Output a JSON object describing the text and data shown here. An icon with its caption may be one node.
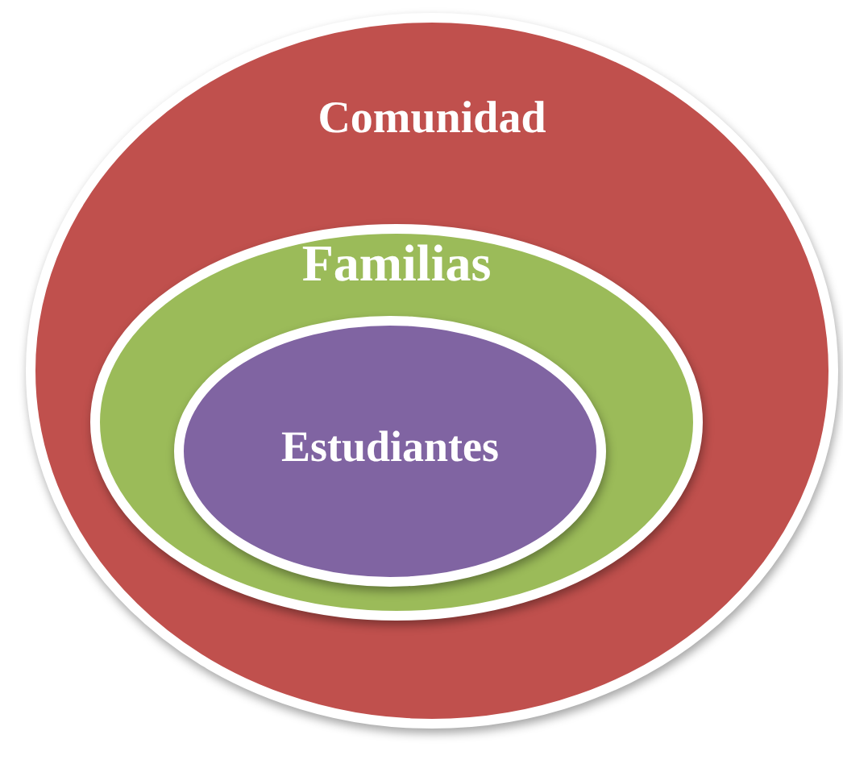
{
  "diagram": {
    "nodes": [
      {
        "text": [
          "Comunidad"
        ]
      },
      {
        "text": [
          "Familias"
        ],
        "in": 0
      },
      {
        "text": [
          "Estudiantes"
        ],
        "in": 1
      }
    ]
  }
}
